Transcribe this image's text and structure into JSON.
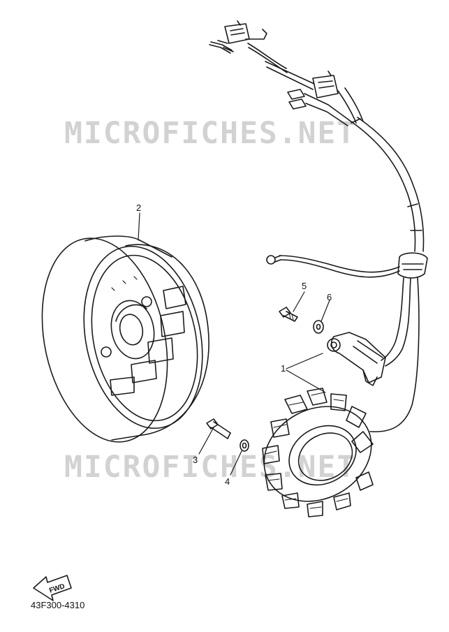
{
  "watermark": {
    "top": "MICROFICHES.NET",
    "bottom": "MICROFICHES.NET",
    "color": "#cfcfcf"
  },
  "callouts": {
    "c1": "1",
    "c2": "2",
    "c3": "3",
    "c4": "4",
    "c5": "5",
    "c6": "6"
  },
  "fwd_badge": "FWD",
  "diagram_code": "43F300-4310",
  "colors": {
    "line": "#1a1a1a",
    "background": "#ffffff"
  }
}
